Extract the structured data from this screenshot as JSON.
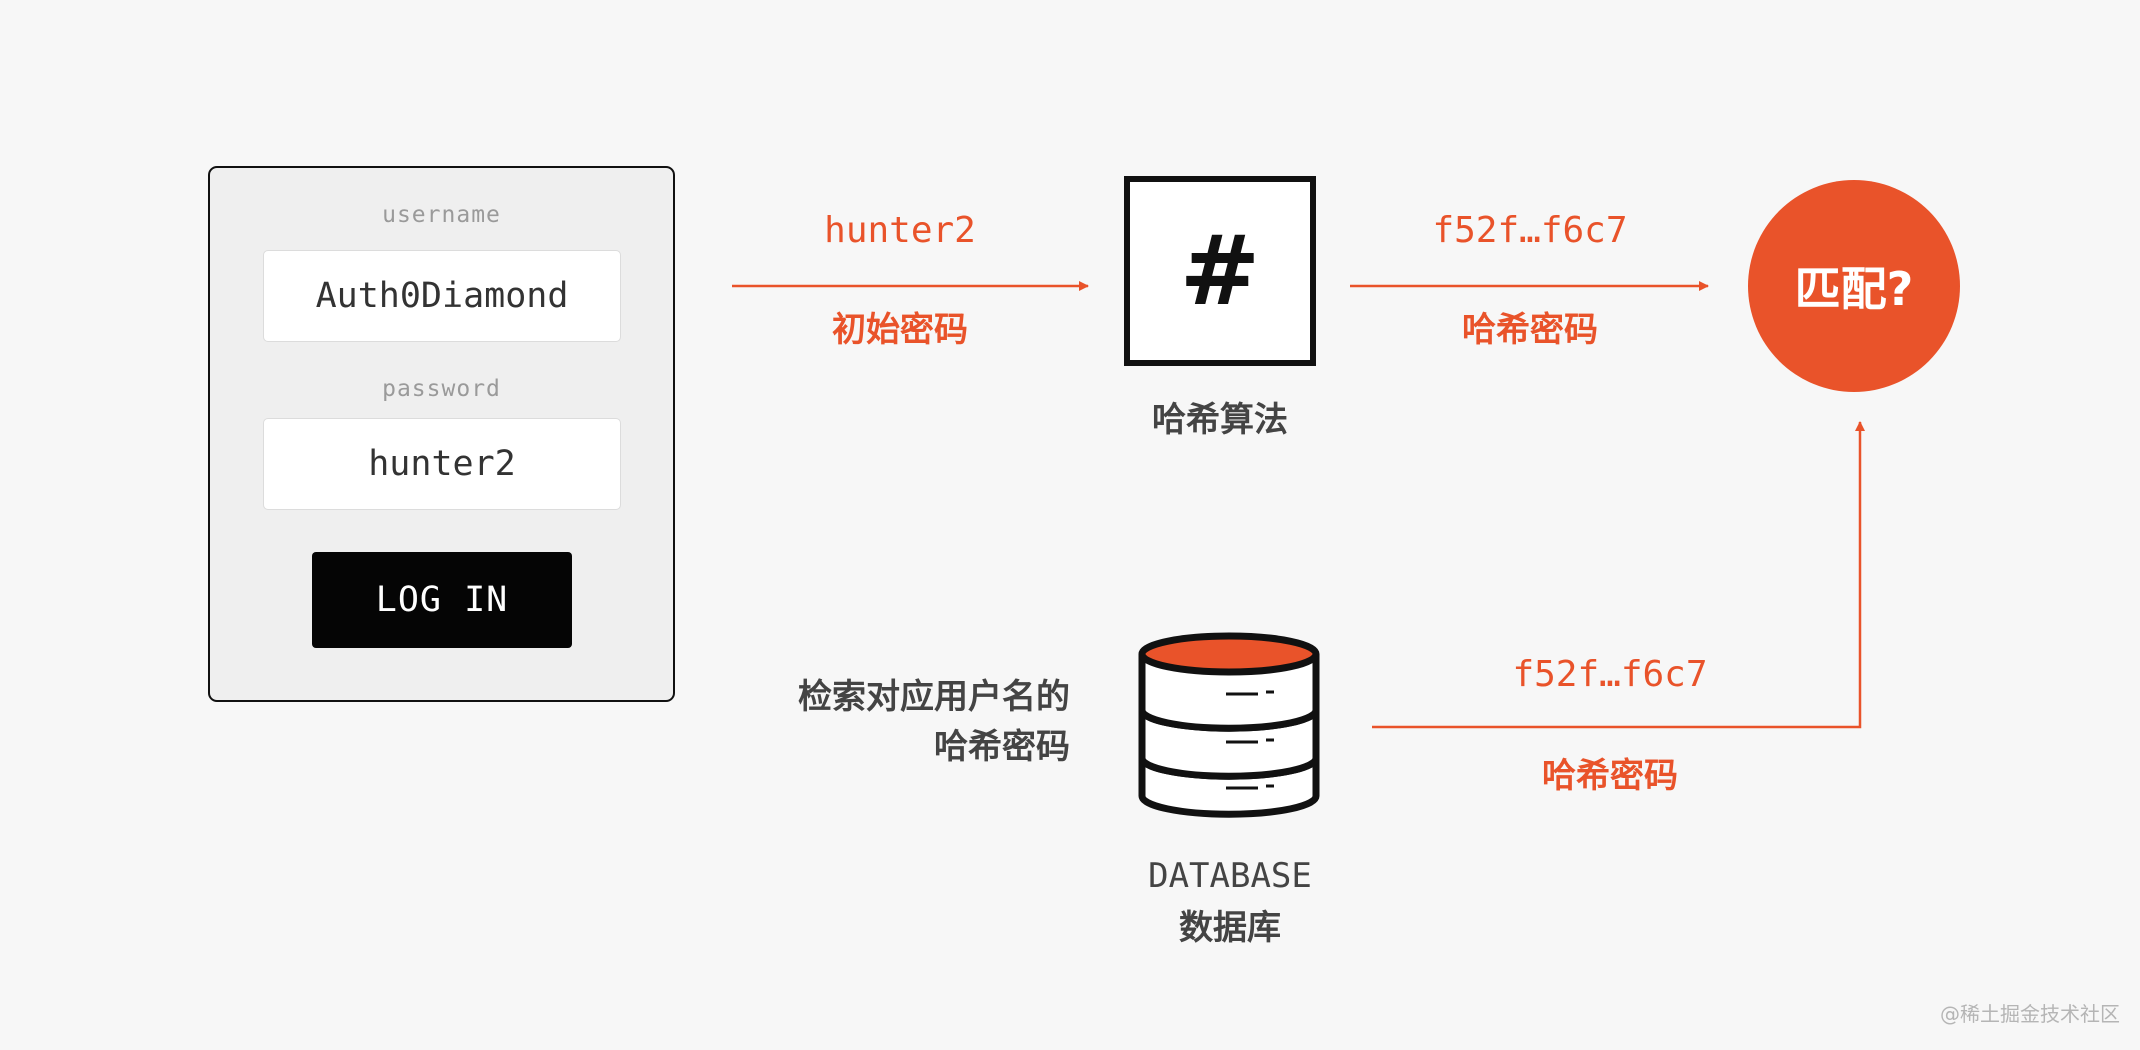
{
  "login_form": {
    "username_label": "username",
    "username_value": "Auth0Diamond",
    "password_label": "password",
    "password_value": "hunter2",
    "login_button": "LOG IN"
  },
  "flow": {
    "input_value": "hunter2",
    "input_caption": "初始密码",
    "hash_symbol": "#",
    "hash_caption": "哈希算法",
    "hash_output_value": "f52f…f6c7",
    "hash_output_caption": "哈希密码",
    "match_label": "匹配?",
    "db_lookup_line1": "检索对应用户名的",
    "db_lookup_line2": "哈希密码",
    "db_title": "DATABASE",
    "db_subtitle": "数据库",
    "db_output_value": "f52f…f6c7",
    "db_output_caption": "哈希密码"
  },
  "watermark": "@稀土掘金技术社区",
  "colors": {
    "accent": "#e9532a",
    "background": "#f7f7f7",
    "dark": "#111111"
  }
}
